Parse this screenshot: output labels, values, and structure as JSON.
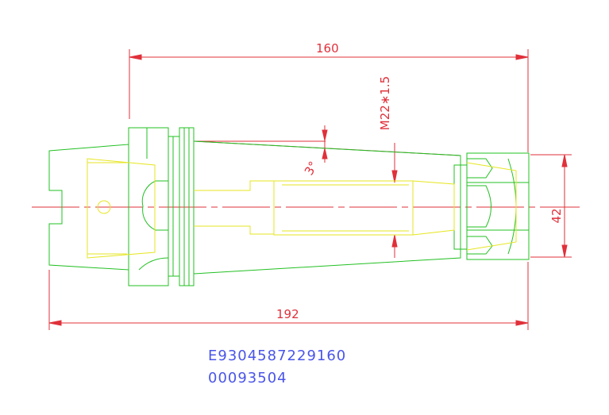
{
  "dimensions": {
    "length_total": "192",
    "length_taper": "160",
    "diameter": "42",
    "thread": "M22∗1.5",
    "angle": "3°"
  },
  "codes": {
    "line1": "E9304587229160",
    "line2": "00093504"
  },
  "colors": {
    "outline": "#22c022",
    "inner": "#e6e622",
    "dimension": "#e0303a",
    "code_text": "#4a55e8",
    "background": "#ffffff"
  }
}
